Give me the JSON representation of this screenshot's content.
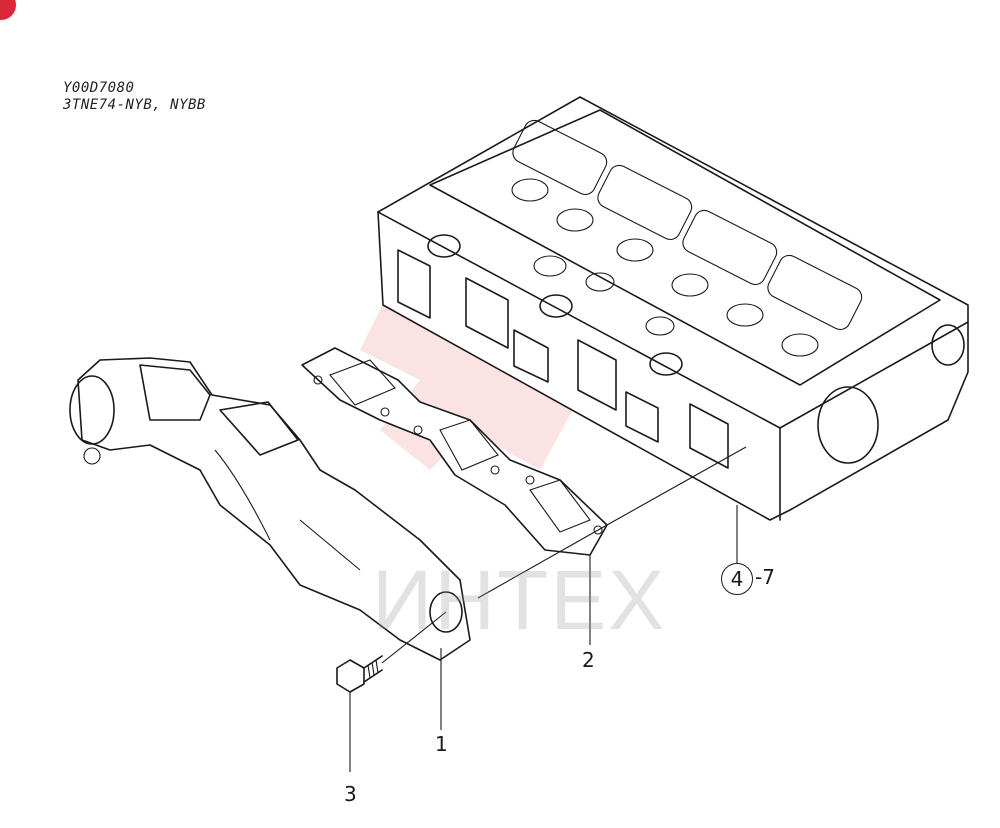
{
  "header": {
    "code": "Y00D7080",
    "models": "3TNE74-NYB, NYBB"
  },
  "callouts": {
    "manifold": "1",
    "gasket": "2",
    "bolt": "3",
    "cylinder_head_ref_number": "4",
    "cylinder_head_ref_suffix": "-7"
  },
  "watermark": {
    "text": "ИНТЕХ",
    "color": "#f08080"
  },
  "colors": {
    "ink": "#1a1a1a",
    "corner_mark": "#d8283a"
  }
}
